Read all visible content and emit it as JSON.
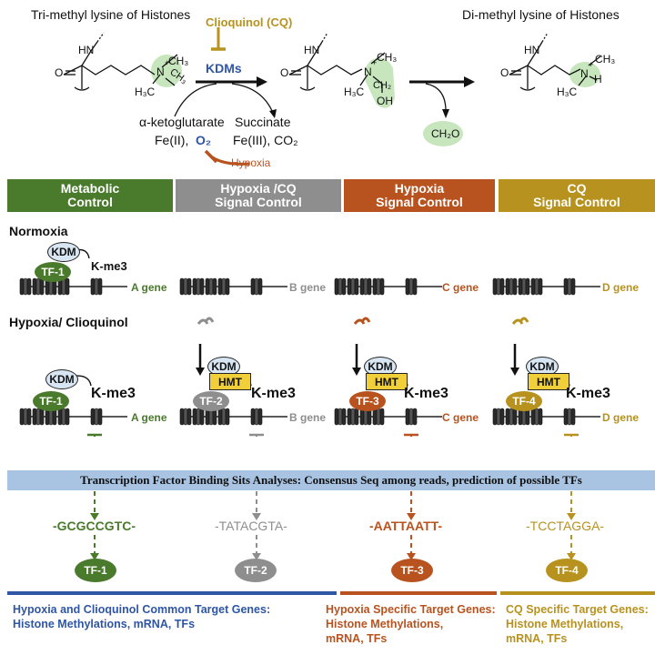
{
  "top": {
    "tri_title": "Tri-methyl lysine of Histones",
    "di_title": "Di-methyl lysine of Histones",
    "inhibitor": "Clioquinol (CQ)",
    "enzyme": "KDMs",
    "substrate": "α-ketoglutarate",
    "product": "Succinate",
    "cofactor_in": "Fe(II),",
    "oxygen": "O₂",
    "cofactor_out": "Fe(III), CO₂",
    "hypoxia_label": "Hypoxia",
    "formaldehyde": "CH₂O",
    "atoms": {
      "HN": "HN",
      "O": "O",
      "H3C": "H₃C",
      "CH3": "CH₃",
      "CH2": "CH₂",
      "OH": "OH",
      "H": "H",
      "N": "N",
      "plus": "+"
    }
  },
  "controls": [
    {
      "label": "Metabolic\nControl",
      "color": "#4a7a2c"
    },
    {
      "label": "Hypoxia /CQ\nSignal Control",
      "color": "#8e8e8e"
    },
    {
      "label": "Hypoxia\nSignal Control",
      "color": "#b8531f"
    },
    {
      "label": "CQ\nSignal Control",
      "color": "#b8921f"
    }
  ],
  "normoxia": {
    "title": "Normoxia",
    "kdm": "KDM",
    "tf": "TF-1",
    "kme3": "K-me3",
    "genes": [
      "A gene",
      "B gene",
      "C gene",
      "D gene"
    ]
  },
  "hypoxia": {
    "title": "Hypoxia/ Clioquinol",
    "kdm": "KDM",
    "hmt": "HMT",
    "kme3": "K-me3",
    "tfs": [
      "TF-1",
      "TF-2",
      "TF-3",
      "TF-4"
    ],
    "genes": [
      "A gene",
      "B gene",
      "C gene",
      "D gene"
    ]
  },
  "banner": "Transcription Factor Binding Sits Analyses: Consensus Seq among reads, prediction of possible TFs",
  "sequences": [
    "-GCGCCGTC-",
    "-TATACGTA-",
    "-AATTAATT-",
    "-TCCTAGGA-"
  ],
  "result_tfs": [
    "TF-1",
    "TF-2",
    "TF-3",
    "TF-4"
  ],
  "footer": {
    "common": [
      "Hypoxia and Clioquinol Common Target Genes:",
      "Histone Methylations, mRNA, TFs"
    ],
    "hypoxia": [
      "Hypoxia Specific Target Genes:",
      "Histone Methylations,",
      "mRNA, TFs"
    ],
    "cq": [
      "CQ Specific Target Genes:",
      "Histone Methylations,",
      "mRNA, TFs"
    ]
  },
  "colors": {
    "green": "#4a7a2c",
    "gray": "#8e8e8e",
    "rust": "#b8531f",
    "gold": "#b8921f",
    "blue": "#2e56a5",
    "highlight": "#c7e6bd"
  }
}
